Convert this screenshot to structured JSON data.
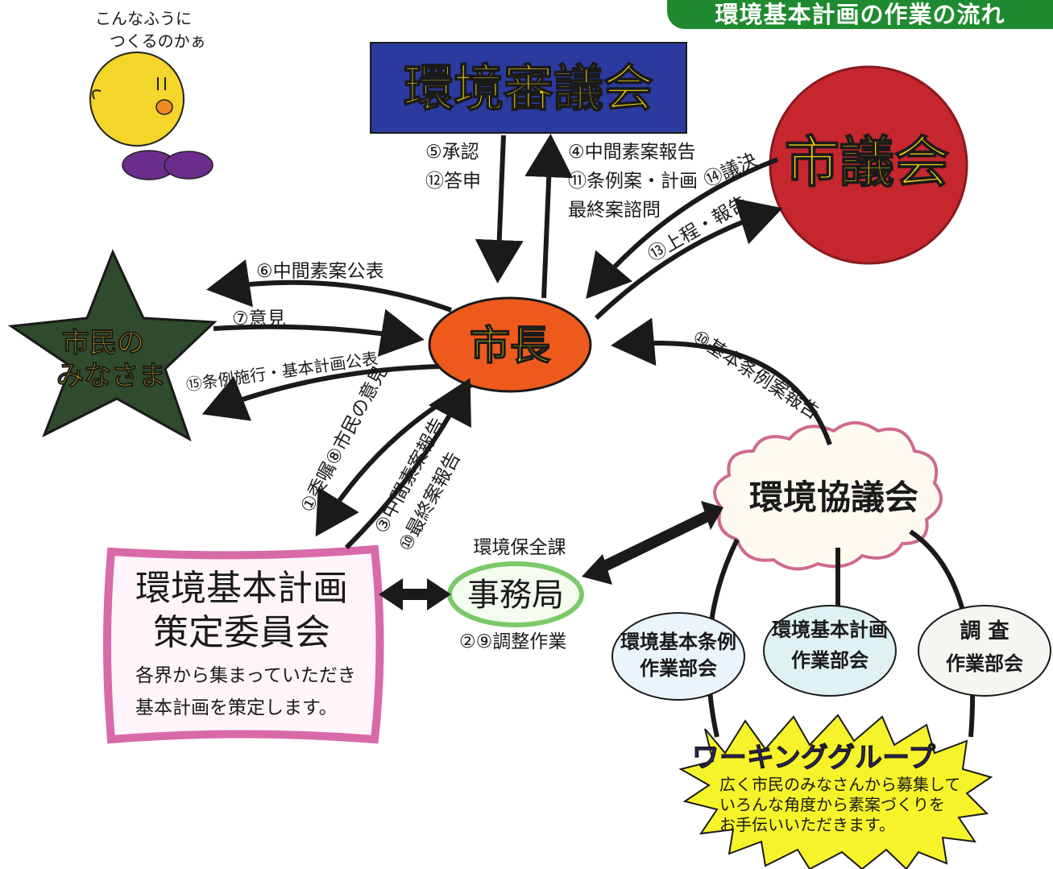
{
  "title": "環境基本計画の作業の流れ",
  "mascot": {
    "speech_line1": "こんなふうに",
    "speech_line2": "つくるのかぁ"
  },
  "nodes": {
    "shingikai": "環境審議会",
    "gikai": "市議会",
    "shimin_line1": "市民の",
    "shimin_line2": "みなさま",
    "mayor": "市長",
    "kyogikai": "環境協議会",
    "committee_line1": "環境基本計画",
    "committee_line2": "策定委員会",
    "committee_desc_line1": "各界から集まっていただき",
    "committee_desc_line2": "基本計画を策定します。",
    "office": "事務局",
    "office_dept": "環境保全課",
    "office_task": "②⑨調整作業",
    "sub_jorei_line1": "環境基本条例",
    "sub_jorei_line2": "作業部会",
    "sub_keikaku_line1": "環境基本計画",
    "sub_keikaku_line2": "作業部会",
    "sub_chosa_line1": "調 査",
    "sub_chosa_line2": "作業部会",
    "wg_title": "ワーキンググループ",
    "wg_desc_line1": "広く市民のみなさんから募集して",
    "wg_desc_line2": "いろんな角度から素案づくりを",
    "wg_desc_line3": "お手伝いいただきます。"
  },
  "flows": {
    "shingikai_to_mayor_1": "⑤承認",
    "shingikai_to_mayor_2": "⑫答申",
    "mayor_to_shingikai_1": "④中間素案報告",
    "mayor_to_shingikai_2": "⑪条例案・計画",
    "mayor_to_shingikai_3": "最終案諮問",
    "gikai_to_mayor": "⑭議決",
    "mayor_to_gikai": "⑬上程・報告",
    "mayor_to_shimin": "⑥中間素案公表",
    "shimin_to_mayor": "⑦意見",
    "mayor_to_shimin_final": "⑮条例施行・基本計画公表",
    "kyogikai_to_mayor": "⑩基本条例案報告",
    "mayor_to_committee": "①委嘱⑧市民の意見",
    "committee_to_mayor_1": "③中間素案報告",
    "committee_to_mayor_2": "⑩最終案報告"
  },
  "colors": {
    "banner": "#1f8a2f",
    "shingikai": "#2b3a9e",
    "gikai": "#c6262e",
    "shimin_star": "#2f4a2c",
    "mayor": "#ee5a1c",
    "node_text_yellow": "#f2d20c",
    "committee_border": "#d86aa8",
    "office": "#7cc96a"
  }
}
